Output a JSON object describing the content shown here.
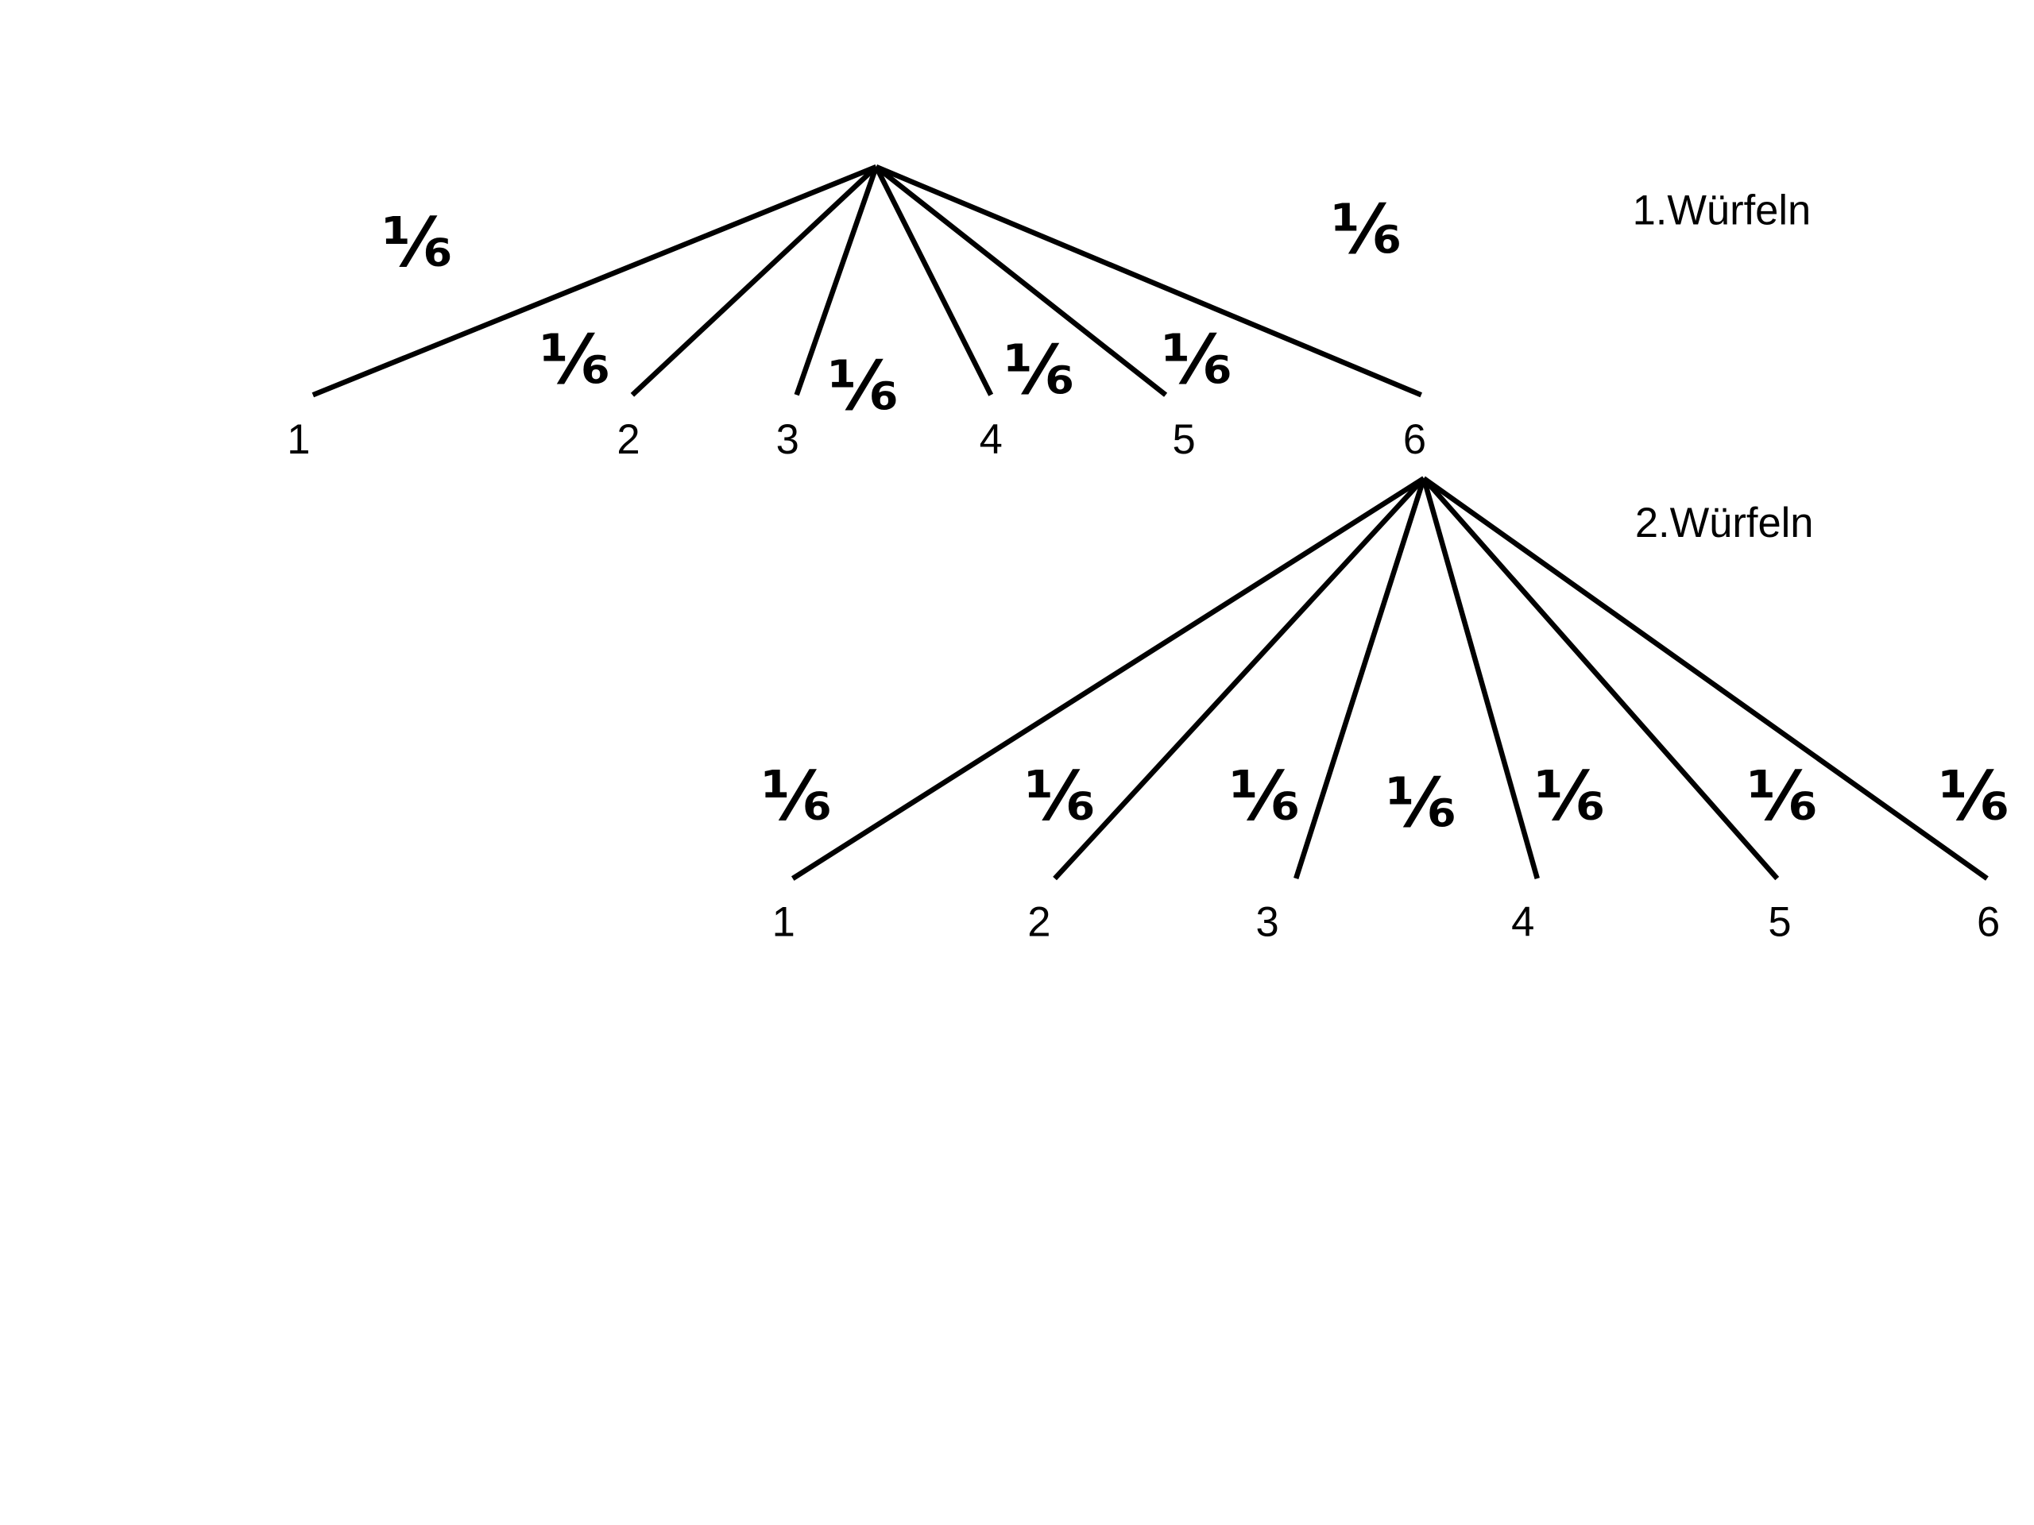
{
  "stages": {
    "first": "1.Würfeln",
    "second": "2.Würfeln"
  },
  "tree1": {
    "leaves": [
      "1",
      "2",
      "3",
      "4",
      "5",
      "6"
    ],
    "probabilities": [
      "⅙",
      "⅙",
      "⅙",
      "⅙",
      "⅙",
      "⅙"
    ]
  },
  "tree2": {
    "parent": "6",
    "leaves": [
      "1",
      "2",
      "3",
      "4",
      "5",
      "6"
    ],
    "probabilities": [
      "⅙",
      "⅙",
      "⅙",
      "⅙",
      "⅙",
      "⅙",
      "⅙"
    ]
  }
}
